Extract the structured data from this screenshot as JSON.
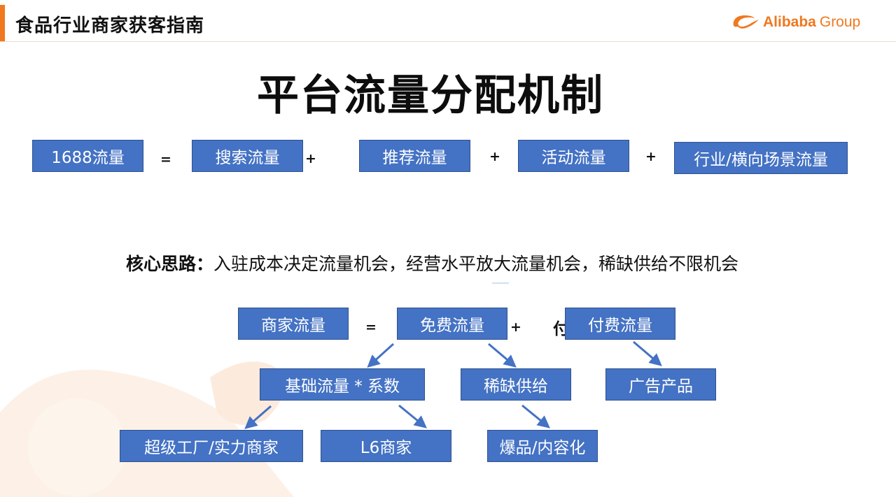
{
  "header": {
    "title": "食品行业商家获客指南",
    "logo": {
      "brand": "Alibaba",
      "group": "Group",
      "accent_color": "#f0781e"
    }
  },
  "main_title": "平台流量分配机制",
  "equation_top": {
    "total": "1688流量",
    "equals": "=",
    "plus": "+",
    "parts": [
      "搜索流量",
      "推荐流量",
      "活动流量",
      "行业/横向场景流量"
    ]
  },
  "core": {
    "label": "核心思路：",
    "text": "入驻成本决定流量机会，经营水平放大流量机会，稀缺供给不限机会"
  },
  "tree": {
    "merchant": "商家流量",
    "equals": "=",
    "plus": "+",
    "free": "免费流量",
    "paid": "付费流量",
    "partial_char": "付",
    "base": "基础流量  *  系数",
    "scarce": "稀缺供给",
    "ads": "广告产品",
    "super_factory": "超级工厂/实力商家",
    "l6": "L6商家",
    "hot": "爆品/内容化"
  },
  "colors": {
    "box_fill": "#4472c4",
    "box_border": "#2f528f",
    "arrow": "#4472c4"
  }
}
